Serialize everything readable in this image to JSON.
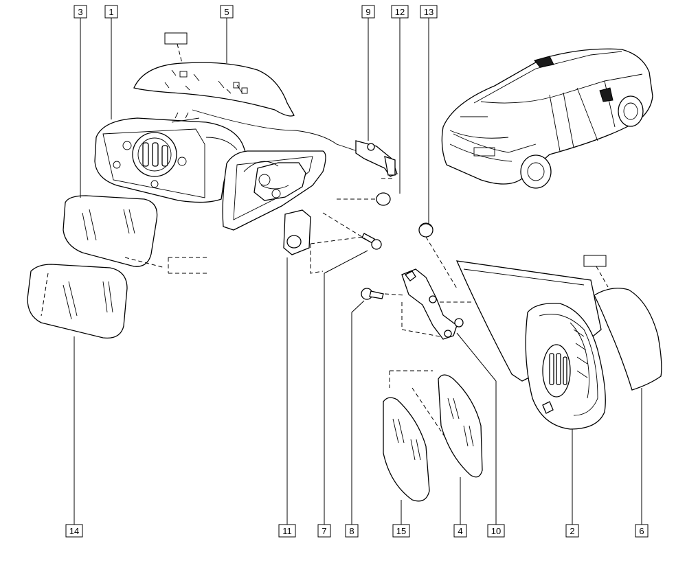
{
  "callouts": {
    "c3": "3",
    "c1": "1",
    "c5": "5",
    "c9": "9",
    "c12": "12",
    "c13": "13",
    "c14": "14",
    "c11": "11",
    "c7": "7",
    "c8": "8",
    "c15": "15",
    "c4": "4",
    "c10": "10",
    "c2": "2",
    "c6": "6"
  },
  "colors": {
    "line": "#000000",
    "background": "#ffffff"
  }
}
